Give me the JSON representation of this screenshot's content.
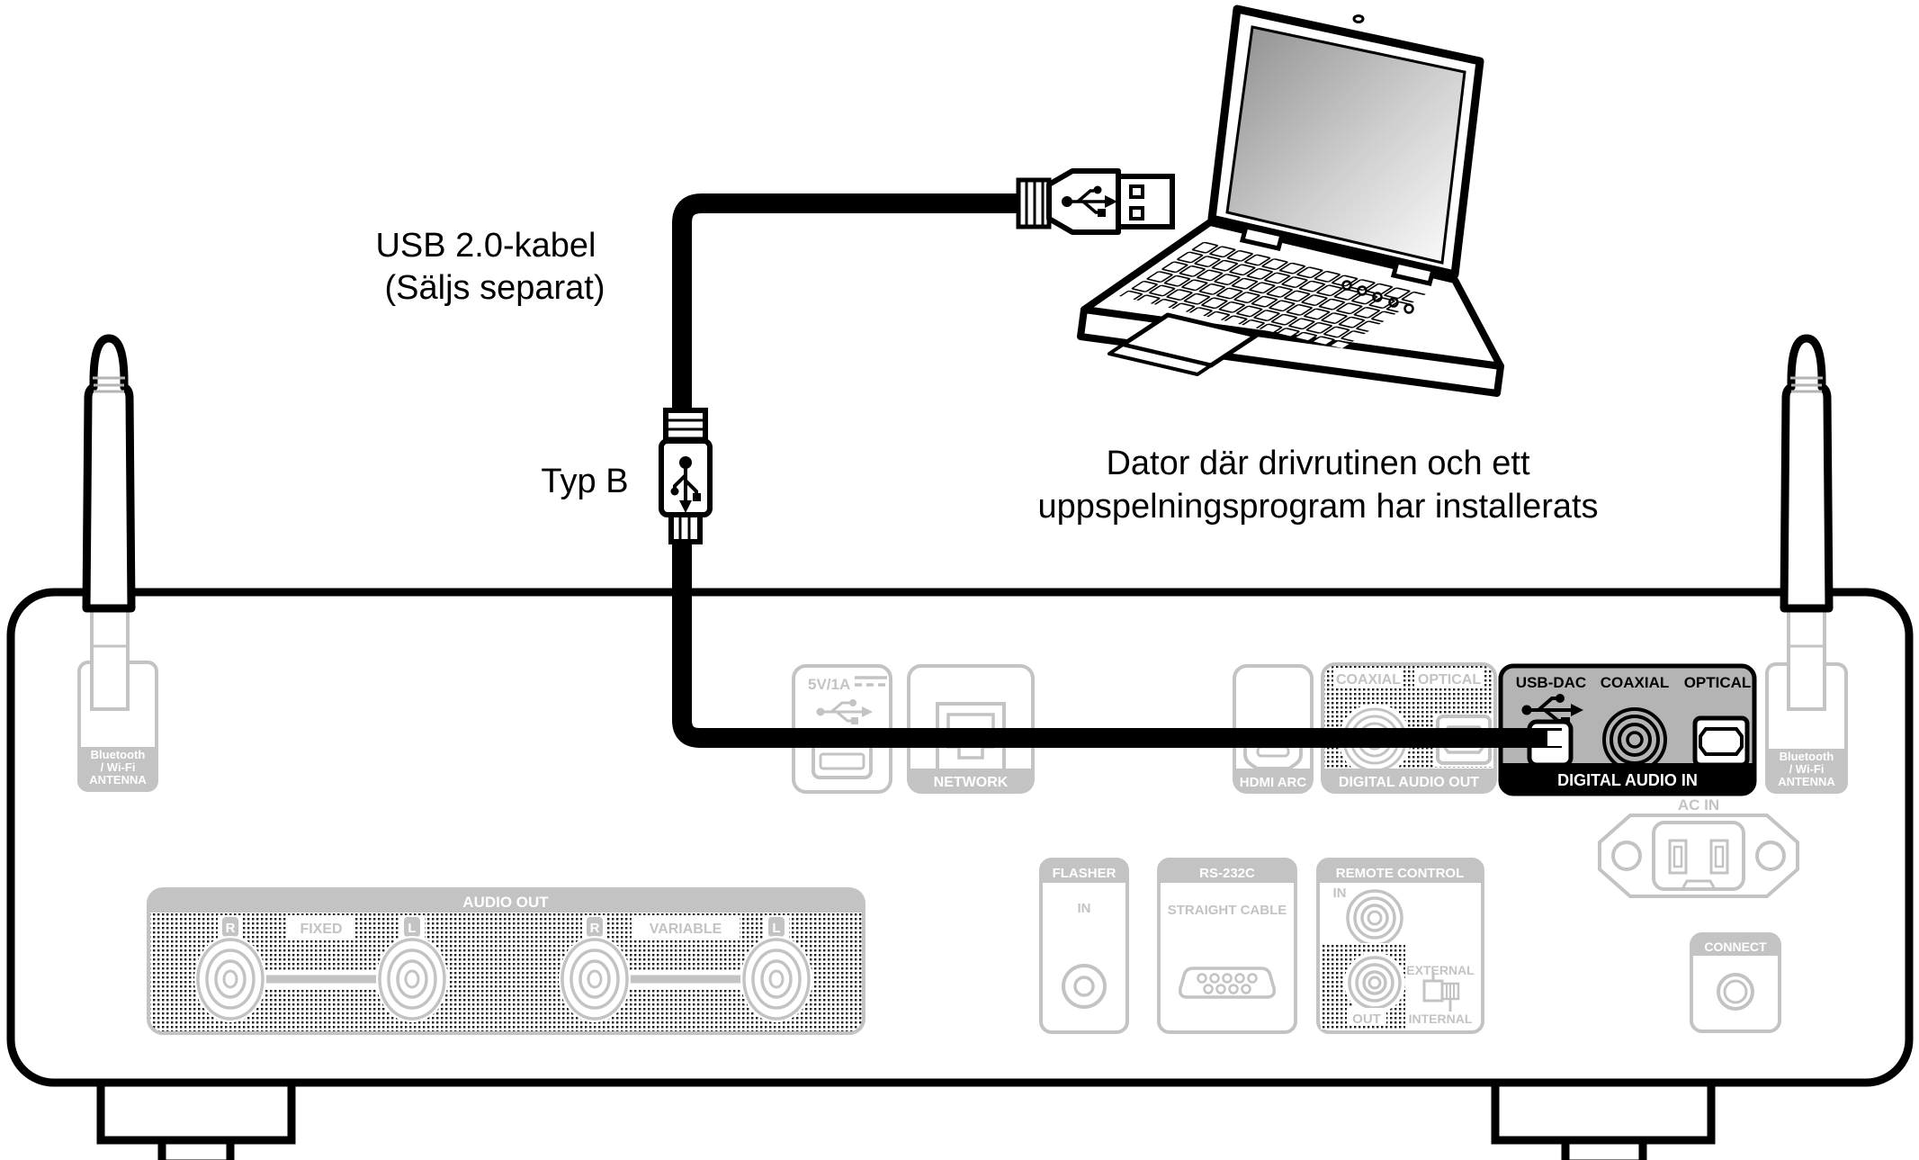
{
  "annotations": {
    "cable_line1": "USB 2.0-kabel",
    "cable_line2": "(Säljs separat)",
    "plug_type": "Typ B",
    "computer_line1": "Dator där drivrutinen och ett",
    "computer_line2": "uppspelningsprogram har installerats"
  },
  "panel": {
    "antenna": {
      "line1": "Bluetooth",
      "line2": "/ Wi-Fi",
      "line3": "ANTENNA"
    },
    "usb_power_label": "5V/1A",
    "network_label": "NETWORK",
    "hdmi_label": "HDMI ARC",
    "digital_audio_out": {
      "coaxial": "COAXIAL",
      "optical": "OPTICAL",
      "title": "DIGITAL AUDIO OUT"
    },
    "digital_audio_in": {
      "usb_dac": "USB-DAC",
      "coaxial": "COAXIAL",
      "optical": "OPTICAL",
      "title": "DIGITAL AUDIO IN"
    },
    "ac_in_label": "AC IN",
    "audio_out": {
      "title": "AUDIO OUT",
      "r": "R",
      "l": "L",
      "fixed": "FIXED",
      "variable": "VARIABLE"
    },
    "flasher": {
      "title": "FLASHER",
      "in": "IN"
    },
    "rs232c": {
      "title": "RS-232C",
      "note": "STRAIGHT CABLE"
    },
    "remote": {
      "title": "REMOTE CONTROL",
      "in": "IN",
      "out": "OUT",
      "external": "EXTERNAL",
      "internal": "INTERNAL"
    },
    "connect": {
      "title": "CONNECT"
    }
  },
  "colors": {
    "ghost": "#c3c3c3",
    "panel_gray": "#b4b4b4",
    "highlight_border": "#000000"
  }
}
